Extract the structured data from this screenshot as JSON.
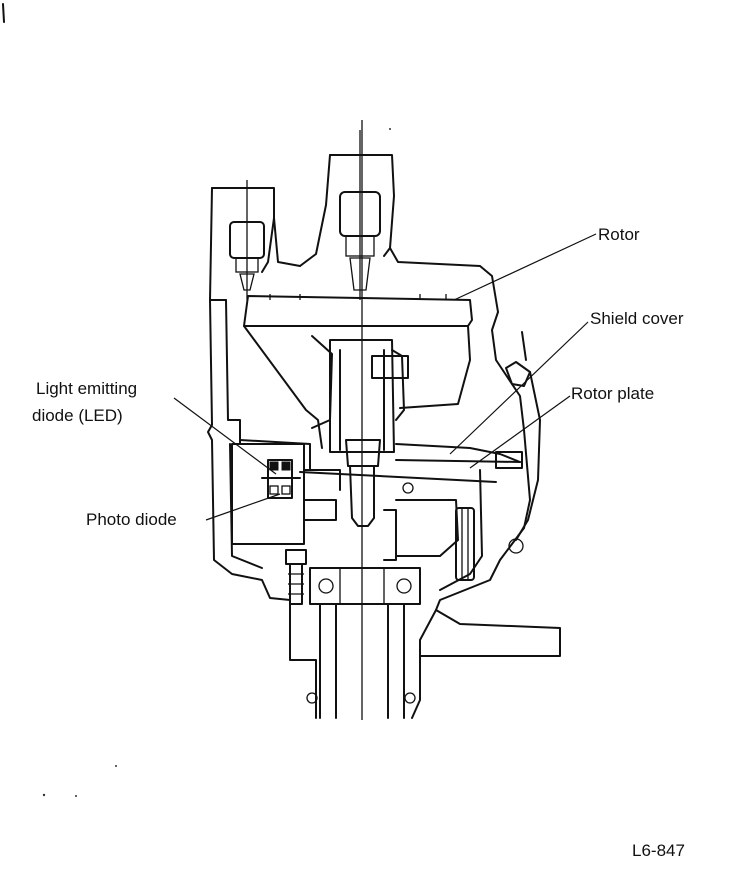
{
  "labels": {
    "rotor": "Rotor",
    "shield_cover": "Shield cover",
    "rotor_plate": "Rotor plate",
    "led_line1": "Light emitting",
    "led_line2": "diode (LED)",
    "photo_diode": "Photo diode",
    "figure_code": "L6-847"
  }
}
